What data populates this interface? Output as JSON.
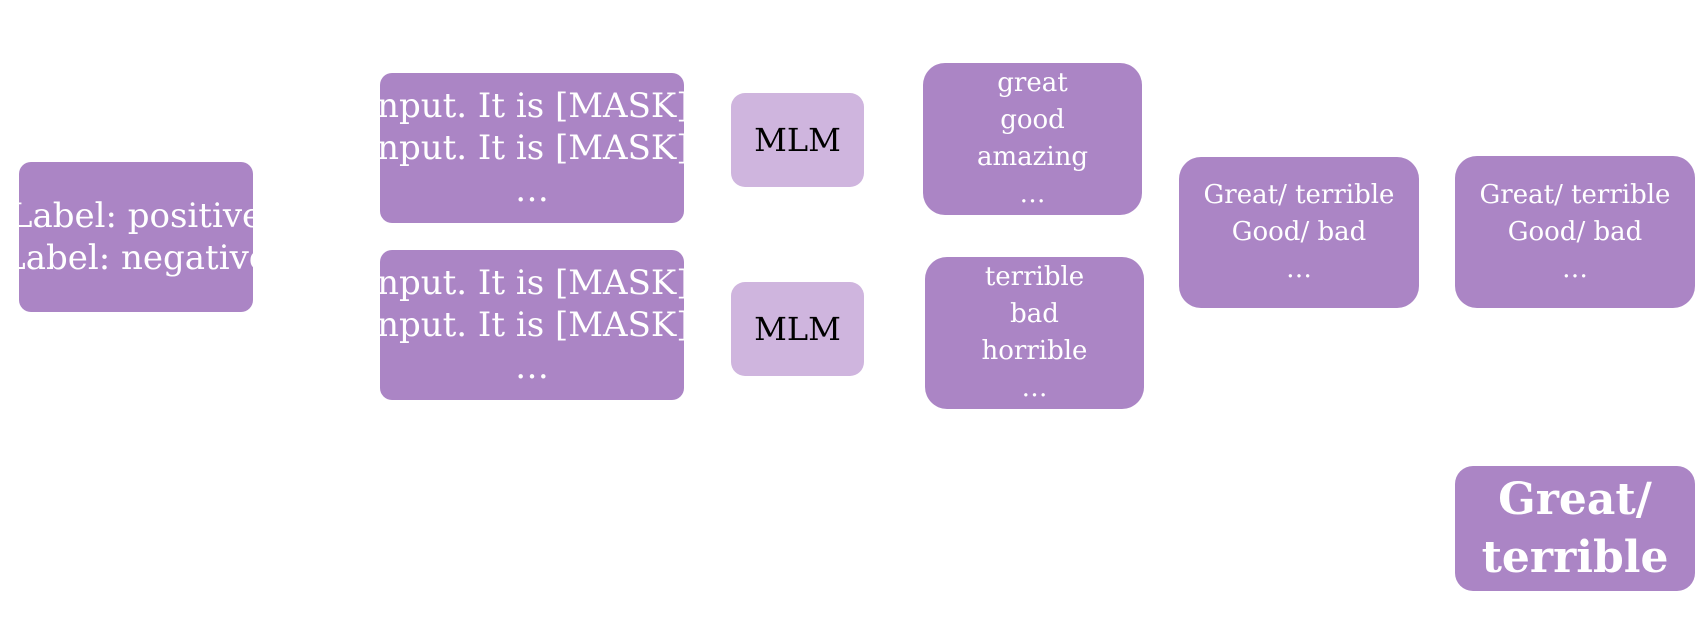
{
  "label_box": {
    "lines": [
      "Label: positive",
      "Label: negative"
    ]
  },
  "template_boxes": [
    {
      "lines": [
        "Input. It is [MASK].",
        "Input. It is [MASK].",
        "…"
      ]
    },
    {
      "lines": [
        "Input. It is [MASK].",
        "Input. It is [MASK].",
        "…"
      ]
    }
  ],
  "mlm_boxes": [
    {
      "label": "MLM"
    },
    {
      "label": "MLM"
    }
  ],
  "label_word_boxes": [
    {
      "lines": [
        "great",
        "good",
        "amazing",
        "…"
      ]
    },
    {
      "lines": [
        "terrible",
        "bad",
        "horrible",
        "…"
      ]
    }
  ],
  "pair_boxes": [
    {
      "lines": [
        "Great/ terrible",
        "Good/ bad",
        "…"
      ]
    },
    {
      "lines": [
        "Great/ terrible",
        "Good/ bad",
        "…"
      ]
    }
  ],
  "result_box": {
    "lines": [
      "Great/",
      "terrible"
    ]
  },
  "colors": {
    "box_purple": "#ab85c5",
    "box_light_purple": "#cfb5de",
    "text_white": "#ffffff",
    "text_black": "#000000"
  }
}
